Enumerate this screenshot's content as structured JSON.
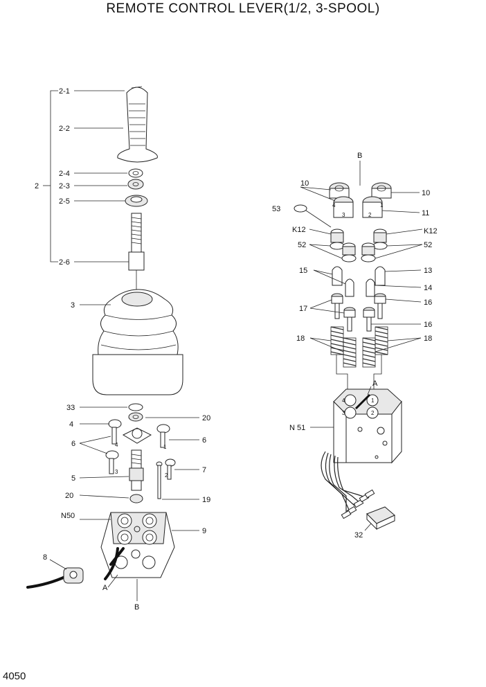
{
  "title": "REMOTE CONTROL LEVER(1/2, 3-SPOOL)",
  "page_number": "4050",
  "callouts": {
    "c2_1": "2-1",
    "c2_2": "2-2",
    "c2": "2",
    "c2_4": "2-4",
    "c2_3": "2-3",
    "c2_5": "2-5",
    "c2_6": "2-6",
    "c3": "3",
    "c33": "33",
    "c20a": "20",
    "c4": "4",
    "c6a": "6",
    "c6b": "6",
    "c7": "7",
    "c5": "5",
    "c20b": "20",
    "c19": "19",
    "cN50": "N50",
    "c9": "9",
    "c8": "8",
    "cA_left": "A",
    "cB_bottom": "B",
    "cB_top": "B",
    "c10a": "10",
    "c10b": "10",
    "c53": "53",
    "c11": "11",
    "cK12a": "K12",
    "cK12b": "K12",
    "c52a": "52",
    "c52b": "52",
    "c15": "15",
    "c13": "13",
    "c14": "14",
    "c17": "17",
    "c16a": "16",
    "c16b": "16",
    "c18a": "18",
    "c18b": "18",
    "cA_right": "A",
    "cN51": "N 51",
    "c32": "32"
  },
  "port_marks": {
    "p4a": "4",
    "p1a": "1",
    "p3a": "3",
    "p2a": "2",
    "p4b": "4",
    "p3b": "3",
    "p1b": "1",
    "p2b": "2",
    "p4c": "4",
    "p1c": "1",
    "p3c": "3",
    "p2c": "2"
  }
}
